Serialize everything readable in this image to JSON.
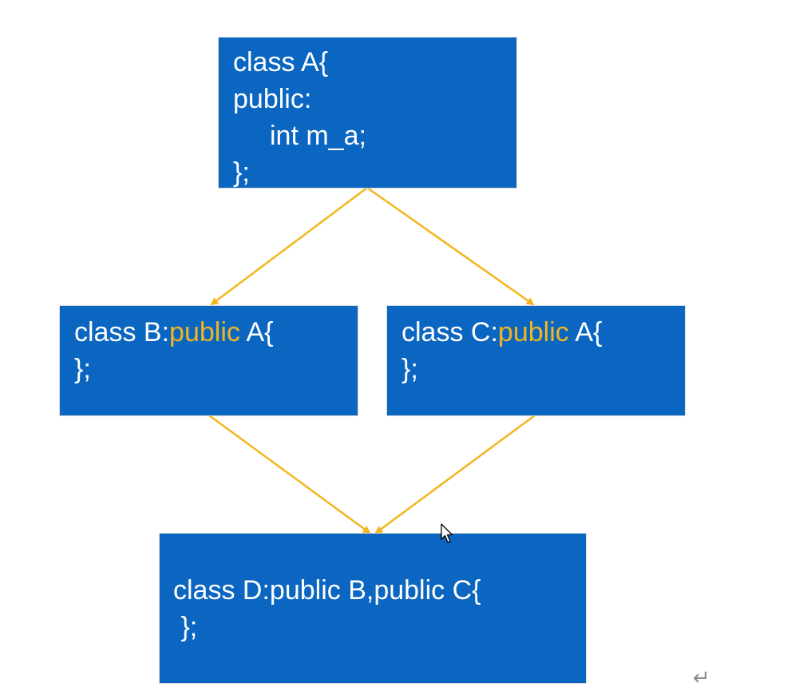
{
  "diagram": {
    "class_a": {
      "line1": "class A{",
      "line2": "public:",
      "line3": "int m_a;",
      "line4": "};"
    },
    "class_b": {
      "prefix": "class B:",
      "keyword": "public",
      "suffix": " A{",
      "closing": "};"
    },
    "class_c": {
      "prefix": "class C:",
      "keyword": "public",
      "suffix": " A{",
      "closing": "};"
    },
    "class_d": {
      "line1": "class D:public B,public C{",
      "line2": " };"
    }
  },
  "colors": {
    "box_fill": "#0b66c2",
    "box_text": "#ffffff",
    "keyword": "#f3b51d",
    "arrow": "#f3b51d"
  },
  "icons": {
    "cursor": "mouse-pointer-icon",
    "return": "return-arrow-icon"
  },
  "return_glyph": "↵"
}
